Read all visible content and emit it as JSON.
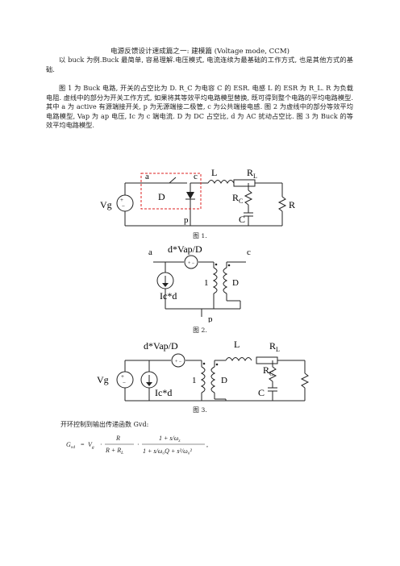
{
  "doc": {
    "title": "电源反馈设计速成篇之一: 建模篇 (Voltage mode, CCM)",
    "para1": "以 buck 为例.Buck 最简单, 容易理解.电压模式, 电流连续为最基础的工作方式, 也是其他方式的基础.",
    "para2": "图 1 为 Buck 电路, 开关的占空比为 D. R_C 为电容 C 的 ESR. 电感 L 的 ESR 为 R_L. R 为负载电阻. 虚线中的部分为开关工作方式, 如果将其等效平均电路模型替换, 既可得到整个电路的平均电路模型.其中 a 为 active 有源端接开关, p 为无源端接二极管, c 为公共端接电感. 图 2 为虚线中的部分等效平均电路模型, Vap 为 ap 电压, Ic 为 c 端电流. D 为 DC 占空比, d 为 AC 扰动占空比. 图 3 为 Buck 的等效平均电路模型.",
    "fig1_caption": "图 1.",
    "fig2_caption": "图 2.",
    "fig3_caption": "图 3.",
    "eq_intro": "开环控制到输出传递函数 Gvd:"
  },
  "fig1": {
    "a": "a",
    "c": "c",
    "p": "p",
    "D": "D",
    "L": "L",
    "RL": "R",
    "RL_sub": "L",
    "RC": "R",
    "RC_sub": "C",
    "C": "C",
    "R": "R",
    "Vg": "Vg"
  },
  "fig2": {
    "a": "a",
    "c": "c",
    "p": "p",
    "src_v": "d*Vap/D",
    "src_i": "Ic*d",
    "n1": "1",
    "nD": "D"
  },
  "fig3": {
    "src_v": "d*Vap/D",
    "src_i": "Ic*d",
    "n1": "1",
    "nD": "D",
    "L": "L",
    "RL": "R",
    "RL_sub": "L",
    "RC": "R",
    "RC_sub": "C",
    "C": "C",
    "Vg": "Vg"
  },
  "equation": {
    "G": "G",
    "G_sub": "vd",
    "eq": "=",
    "V": "V",
    "V_sub": "g",
    "dot": "·",
    "f1_num": "R",
    "f1_den": "R + R",
    "f1_den_sub": "L",
    "f2_num": "1 + s/ω",
    "f2_num_sub": "z",
    "f2_den": "1 + s/ω₀Q + s²/ω₀²",
    "tail": ","
  }
}
